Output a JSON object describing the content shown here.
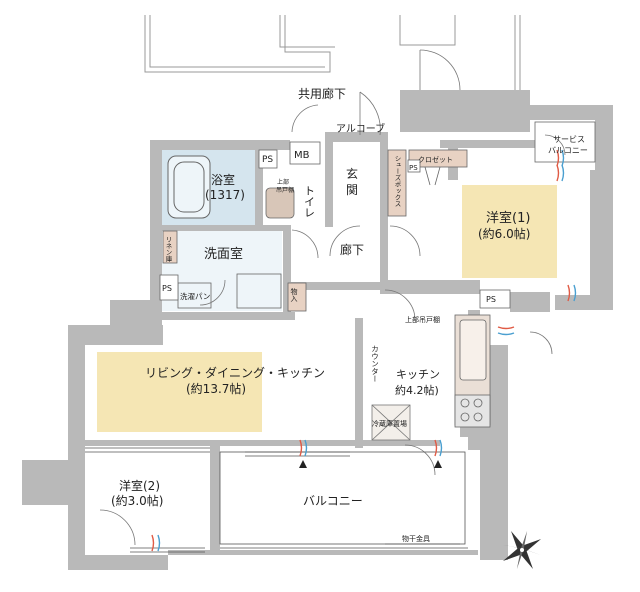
{
  "rooms": {
    "corridor_shared": "共用廊下",
    "alcove": "アルコーブ",
    "mb": "MB",
    "ps_bath": "PS",
    "ps_left": "PS",
    "ps_right": "PS",
    "ps_shoes": "PS",
    "bath_name": "浴室",
    "bath_size": "(1317)",
    "toilet": "トイレ",
    "toilet_cabinet_a": "上部",
    "toilet_cabinet_b": "吊戸棚",
    "entrance_a": "玄",
    "entrance_b": "関",
    "shoes_box": "シューズボックス",
    "closet": "クロゼット",
    "service_balcony_a": "サービス",
    "service_balcony_b": "バルコニー",
    "western1_name": "洋室(1)",
    "western1_size": "(約6.0帖)",
    "linen": "リネン庫",
    "washroom": "洗面室",
    "hallway": "廊下",
    "laundry_pan": "洗濯パン",
    "storage": "物入",
    "upper_cabinet": "上部吊戸棚",
    "ldk_name": "リビング・ダイニング・キッチン",
    "ldk_size": "(約13.7帖)",
    "counter": "カウンター",
    "kitchen_name": "キッチン",
    "kitchen_size": "約4.2帖)",
    "fridge": "冷蔵庫置場",
    "western2_name": "洋室(2)",
    "western2_size": "(約3.0帖)",
    "balcony": "バルコニー",
    "laundry_pole": "物干金具"
  },
  "colors": {
    "wall": "#b9b9b9",
    "western_highlight": "#f5e6b4",
    "bath_tile": "#d5e5ee",
    "wet_area": "#eef5f9",
    "floor_wood": "#eadfd6",
    "vent_red": "#e05b45",
    "vent_blue": "#4a9fd0",
    "line": "#555555"
  },
  "compass": "north-arrow-icon"
}
